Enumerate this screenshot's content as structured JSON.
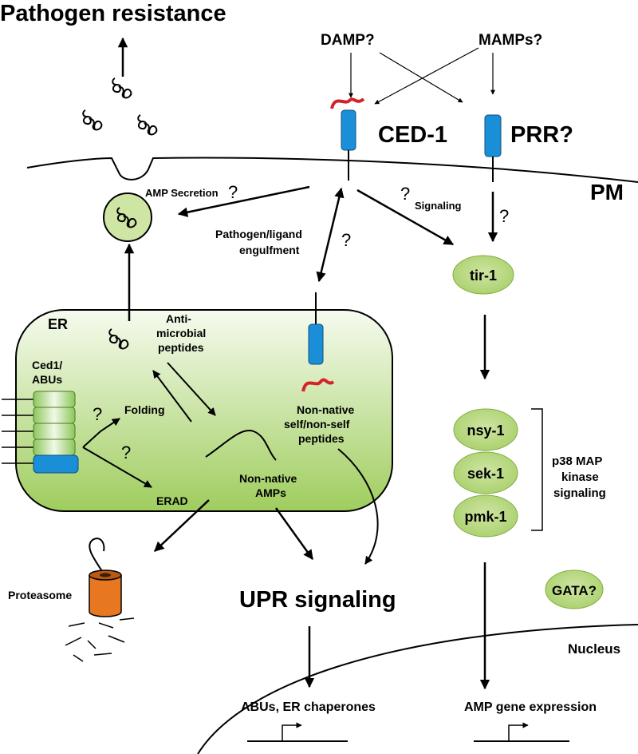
{
  "title": "Pathogen resistance",
  "receptors": {
    "damp": "DAMP?",
    "mamps": "MAMPs?",
    "ced1": "CED-1",
    "prr": "PRR?"
  },
  "membrane": {
    "pm": "PM",
    "nucleus": "Nucleus"
  },
  "labels": {
    "amp_secretion": "AMP Secretion",
    "signaling": "Signaling",
    "engulf_1": "Pathogen/ligand",
    "engulf_2": "engulfment",
    "er": "ER",
    "anti_1": "Anti-",
    "anti_2": "microbial",
    "anti_3": "peptides",
    "ced1abu_1": "Ced1/",
    "ced1abu_2": "ABUs",
    "folding": "Folding",
    "erad": "ERAD",
    "nonnative_amps_1": "Non-native",
    "nonnative_amps_2": "AMPs",
    "nonnative_self_1": "Non-native",
    "nonnative_self_2": "self/non-self",
    "nonnative_self_3": "peptides",
    "proteasome": "Proteasome",
    "upr": "UPR signaling",
    "abus": "ABUs, ER chaperones",
    "amp_gene": "AMP gene expression",
    "q": "?"
  },
  "kinases": {
    "tir1": "tir-1",
    "nsy1": "nsy-1",
    "sek1": "sek-1",
    "pmk1": "pmk-1",
    "gata": "GATA?"
  },
  "p38": {
    "line1": "p38 MAP",
    "line2": "kinase",
    "line3": "signaling"
  },
  "colors": {
    "receptor": "#1a8fd8",
    "ligand": "#d2232a",
    "kinase": "#b7d77e",
    "er_top": "#f4faea",
    "er_bottom": "#9ccc5a",
    "proteasome": "#e87722"
  }
}
